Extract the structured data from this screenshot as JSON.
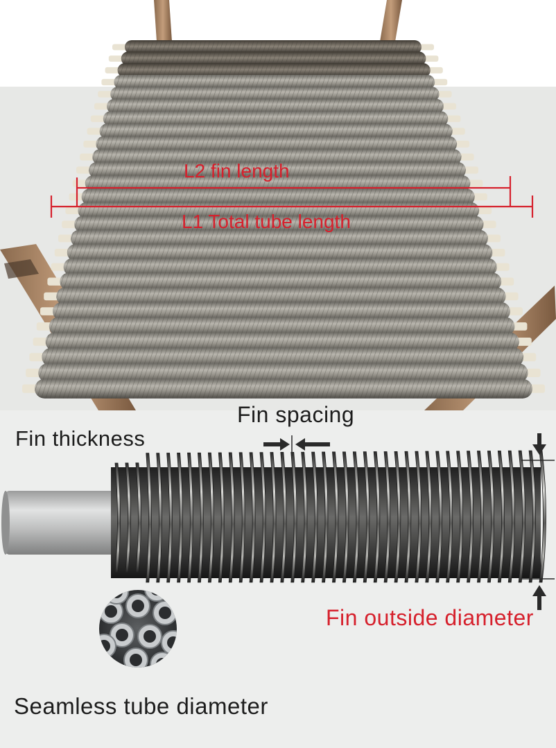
{
  "labels": {
    "fin_length": "L2 fin length",
    "total_length": "L1 Total tube length",
    "fin_spacing": "Fin spacing",
    "fin_thickness": "Fin thickness",
    "fin_outside_diameter": "Fin outside diameter",
    "seamless_tube_diameter": "Seamless tube diameter"
  },
  "colors": {
    "accent_red": "#d6202c",
    "label_dark": "#1c1c1c",
    "panel_bg": "#edeeed"
  }
}
